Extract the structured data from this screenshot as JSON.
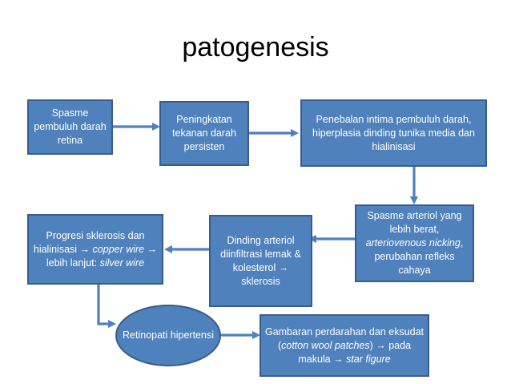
{
  "title": "patogenesis",
  "nodes": {
    "spasme_pembuluh": "Spasme pembuluh darah retina",
    "peningkatan_tekanan": "Peningkatan tekanan darah persisten",
    "penebalan_intima": "Penebalan intima pembuluh darah, hiperplasia dinding tunika media dan hialinisasi",
    "spasme_arteriol": {
      "line1": "Spasme arteriol yang lebih berat,",
      "italic": "arteriovenous nicking",
      "line2": ", perubahan refleks cahaya"
    },
    "dinding_arteriol": "Dinding arteriol diinfiltrasi lemak & kolesterol → sklerosis",
    "progresi_sklerosis": {
      "part1": "Progresi sklerosis dan hialinisasi → ",
      "italic1": "copper wire",
      "part2": " → lebih lanjut: ",
      "italic2": "silver wire"
    },
    "retinopati": "Retinopati hipertensi",
    "gambaran": {
      "part1": "Gambaran perdarahan dan eksudat (",
      "italic1": "cotton wool patches",
      "part2": ") → pada makula → ",
      "italic2": "star figure"
    }
  },
  "colors": {
    "box_fill": "#4f81bd",
    "box_border": "#385d8a",
    "arrow": "#4f81bd",
    "text": "#ffffff"
  }
}
